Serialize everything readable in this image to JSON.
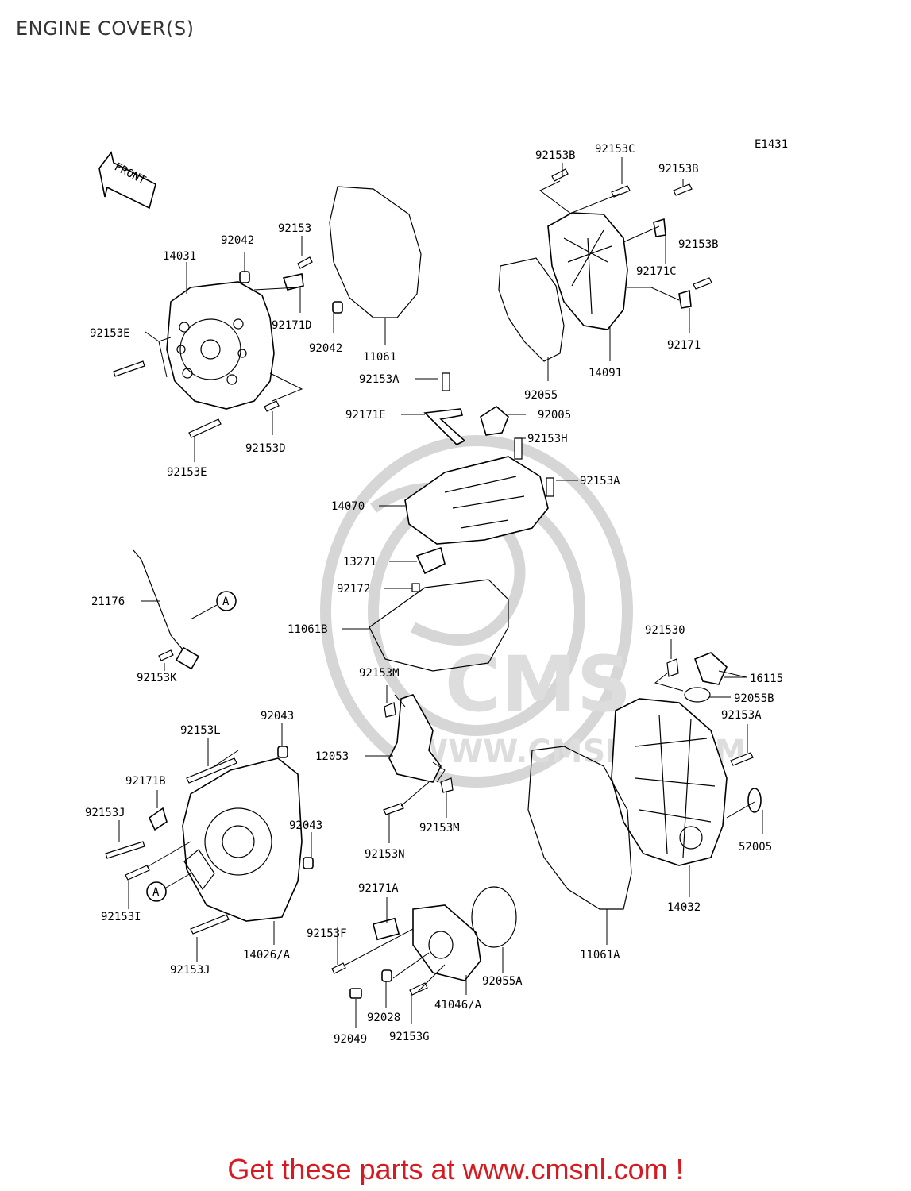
{
  "title": "ENGINE COVER(S)",
  "diagram_code": "E1431",
  "front_label": "FRONT",
  "watermark": {
    "brand": "CMS",
    "url": "WWW.CMSNL.COM"
  },
  "ref_marker": "A",
  "footer": "Get these parts at www.cmsnl.com !",
  "parts": [
    "92153B",
    "92153C",
    "92153B",
    "92153B",
    "92171C",
    "92171",
    "14091",
    "92055",
    "14031",
    "92042",
    "92153",
    "92171D",
    "92042",
    "11061",
    "92153E",
    "92153D",
    "92153E",
    "92153A",
    "92171E",
    "92005",
    "92153H",
    "92153A",
    "14070",
    "13271",
    "92172",
    "11061B",
    "21176",
    "92153K",
    "921530",
    "16115",
    "92055B",
    "92153A",
    "52005",
    "14032",
    "11061A",
    "92153M",
    "12053",
    "92153M",
    "92153N",
    "92043",
    "92153L",
    "92171B",
    "92153J",
    "92043",
    "92153I",
    "92153J",
    "14026/A",
    "92171A",
    "92153F",
    "92055A",
    "41046/A",
    "92028",
    "92153G",
    "92049"
  ]
}
